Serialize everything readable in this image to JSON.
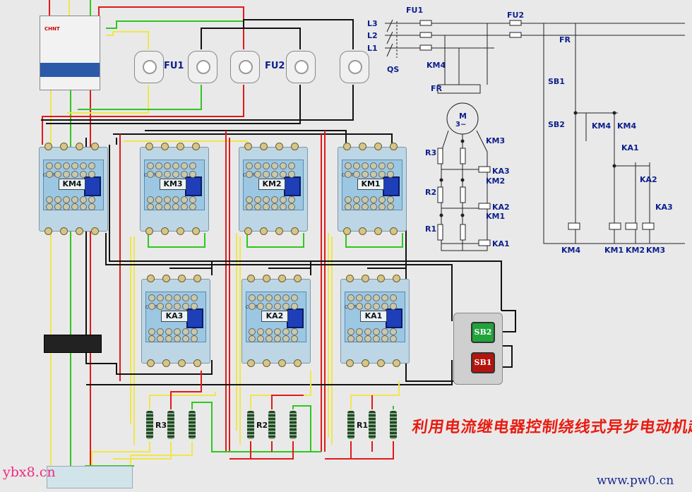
{
  "title": "利用电流继电器控制绕线式异步电动机起动控制线路",
  "watermark_left": "ybx8.cn",
  "watermark_right": "www.pw0.cn",
  "breaker_brand": "CHNT",
  "contactors": {
    "km4": "KM4",
    "km3": "KM3",
    "km2": "KM2",
    "km1": "KM1",
    "ka3": "KA3",
    "ka2": "KA2",
    "ka1": "KA1",
    "brand": "CHNT"
  },
  "fuses": {
    "fu1": "FU1",
    "fu2": "FU2"
  },
  "resistors": {
    "r3": "R3",
    "r2": "R2",
    "r1": "R1"
  },
  "buttons": {
    "sb2": "SB2",
    "sb1": "SB1"
  },
  "schematic": {
    "l3": "L3",
    "l2": "L2",
    "l1": "L1",
    "qs": "QS",
    "fu1": "FU1",
    "fu2": "FU2",
    "km4_main": "KM4",
    "fr": "FR",
    "motor": "M",
    "motor_sub": "3~",
    "r3": "R3",
    "r2": "R2",
    "r1": "R1",
    "km3": "KM3",
    "ka3": "KA3",
    "km2": "KM2",
    "ka2": "KA2",
    "km1": "KM1",
    "ka1": "KA1",
    "fr_ctrl": "FR",
    "sb1": "SB1",
    "sb2": "SB2",
    "km4_hold": "KM4",
    "km4_aux": "KM4",
    "ka1_ctrl": "KA1",
    "ka2_ctrl": "KA2",
    "ka3_ctrl": "KA3",
    "coil_km4": "KM4",
    "coil_km1": "KM1",
    "coil_km2": "KM2",
    "coil_km3": "KM3"
  },
  "colors": {
    "yellow": "#f0e64a",
    "green": "#2ec81e",
    "red": "#e01a1a",
    "black": "#111111",
    "label_blue": "#0d1f8c",
    "title_red": "#e81c12"
  }
}
